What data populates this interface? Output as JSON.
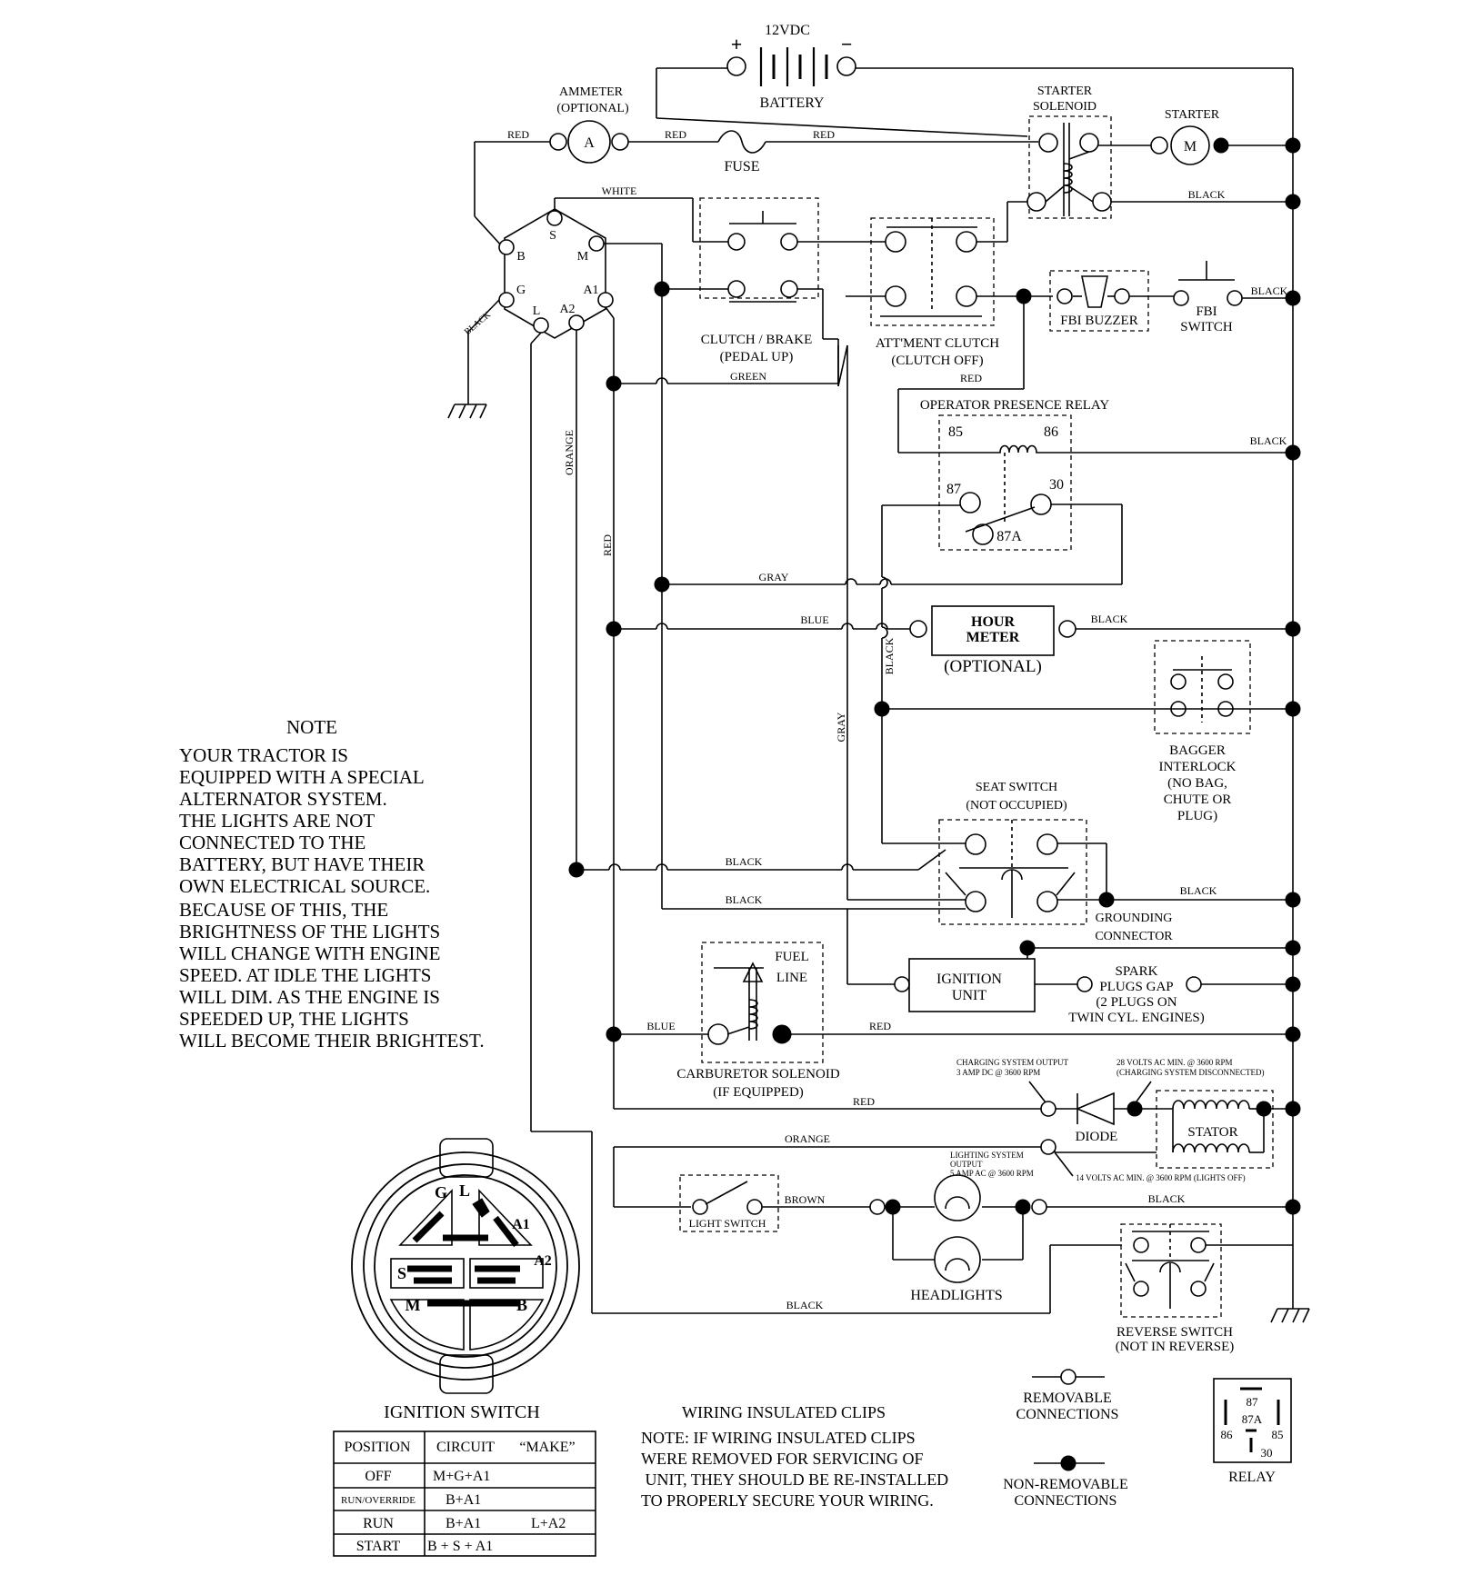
{
  "components": {
    "battery": {
      "voltage": "12VDC",
      "label": "BATTERY",
      "plus": "+",
      "minus": "−"
    },
    "ammeter": {
      "line1": "AMMETER",
      "line2": "(OPTIONAL)",
      "symbol": "A"
    },
    "fuse": {
      "label": "FUSE"
    },
    "starter_solenoid": {
      "line1": "STARTER",
      "line2": "SOLENOID"
    },
    "starter": {
      "label": "STARTER",
      "symbol": "M"
    },
    "ignition_terminals": {
      "b": "B",
      "s": "S",
      "m": "M",
      "g": "G",
      "l": "L",
      "a2": "A2",
      "a1": "A1"
    },
    "clutch_brake": {
      "line1": "CLUTCH / BRAKE",
      "line2": "(PEDAL UP)"
    },
    "attment_clutch": {
      "line1": "ATT'MENT CLUTCH",
      "line2": "(CLUTCH OFF)"
    },
    "fbi_buzzer": {
      "label": "FBI BUZZER"
    },
    "fbi_switch": {
      "line1": "FBI",
      "line2": "SWITCH"
    },
    "relay": {
      "label": "OPERATOR PRESENCE RELAY",
      "t85": "85",
      "t86": "86",
      "t87": "87",
      "t30": "30",
      "t87a": "87A"
    },
    "hour_meter": {
      "line1": "HOUR",
      "line2": "METER",
      "line3": "(OPTIONAL)"
    },
    "bagger_interlock": {
      "line1": "BAGGER",
      "line2": "INTERLOCK",
      "line3": "(NO BAG,",
      "line4": "CHUTE OR",
      "line5": "PLUG)"
    },
    "seat_switch": {
      "line1": "SEAT SWITCH",
      "line2": "(NOT OCCUPIED)"
    },
    "grounding_connector": {
      "line1": "GROUNDING",
      "line2": "CONNECTOR"
    },
    "fuel_line": {
      "line1": "FUEL",
      "line2": "LINE"
    },
    "ignition_unit": {
      "line1": "IGNITION",
      "line2": "UNIT"
    },
    "spark_plugs": {
      "line1": "SPARK",
      "line2": "PLUGS GAP",
      "line3": "(2 PLUGS ON",
      "line4": "TWIN CYL. ENGINES)"
    },
    "carburetor_solenoid": {
      "line1": "CARBURETOR SOLENOID",
      "line2": "(IF EQUIPPED)"
    },
    "charging": {
      "out_line1": "CHARGING SYSTEM OUTPUT",
      "out_line2": "3 AMP DC @ 3600 RPM",
      "in_line1": "28 VOLTS AC MIN. @ 3600 RPM",
      "in_line2": "(CHARGING SYSTEM DISCONNECTED)"
    },
    "diode": {
      "label": "DIODE"
    },
    "stator": {
      "label": "STATOR"
    },
    "lighting": {
      "line1": "LIGHTING SYSTEM",
      "line2": "OUTPUT",
      "line3": "5 AMP AC @ 3600 RPM",
      "ac_min": "14 VOLTS AC MIN. @ 3600 RPM (LIGHTS OFF)"
    },
    "light_switch": {
      "label": "LIGHT SWITCH"
    },
    "headlights": {
      "label": "HEADLIGHTS"
    },
    "reverse_switch": {
      "line1": "REVERSE SWITCH",
      "line2": "(NOT IN REVERSE)"
    }
  },
  "wires": {
    "red": "RED",
    "white": "WHITE",
    "black": "BLACK",
    "green": "GREEN",
    "orange": "ORANGE",
    "gray": "GRAY",
    "blue": "BLUE",
    "brown": "BROWN"
  },
  "note": {
    "title": "NOTE",
    "lines": [
      "YOUR TRACTOR IS",
      "EQUIPPED WITH A SPECIAL",
      "ALTERNATOR SYSTEM.",
      "THE LIGHTS ARE NOT",
      "CONNECTED TO THE",
      "BATTERY, BUT HAVE THEIR",
      "OWN ELECTRICAL SOURCE.",
      "BECAUSE OF THIS, THE",
      "BRIGHTNESS OF THE LIGHTS",
      "WILL CHANGE WITH ENGINE",
      "SPEED.  AT IDLE THE LIGHTS",
      "WILL DIM.  AS THE ENGINE IS",
      "SPEEDED UP, THE LIGHTS",
      "WILL BECOME THEIR BRIGHTEST."
    ]
  },
  "ignition_switch": {
    "title": "IGNITION SWITCH",
    "face": {
      "g": "G",
      "l": "L",
      "a1": "A1",
      "s": "S",
      "a2": "A2",
      "m": "M",
      "b": "B"
    },
    "headers": [
      "POSITION",
      "CIRCUIT",
      "“MAKE”"
    ],
    "rows": [
      {
        "position": "OFF",
        "circuit": "M+G+A1",
        "make": ""
      },
      {
        "position": "RUN/OVERRIDE",
        "circuit": "B+A1",
        "make": ""
      },
      {
        "position": "RUN",
        "circuit": "B+A1",
        "make": "L+A2"
      },
      {
        "position": "START",
        "circuit": "B + S + A1",
        "make": ""
      }
    ]
  },
  "clips": {
    "title": "WIRING INSULATED CLIPS",
    "lines": [
      "NOTE:  IF WIRING INSULATED CLIPS",
      "WERE REMOVED FOR SERVICING OF",
      " UNIT, THEY SHOULD BE RE-INSTALLED",
      "TO PROPERLY SECURE YOUR WIRING."
    ]
  },
  "legend": {
    "removable_line1": "REMOVABLE",
    "removable_line2": "CONNECTIONS",
    "nonremovable_line1": "NON-REMOVABLE",
    "nonremovable_line2": "CONNECTIONS",
    "relay_label": "RELAY",
    "relay_pins": {
      "p87": "87",
      "p86": "86",
      "p87a": "87A",
      "p85": "85",
      "p30": "30"
    }
  }
}
